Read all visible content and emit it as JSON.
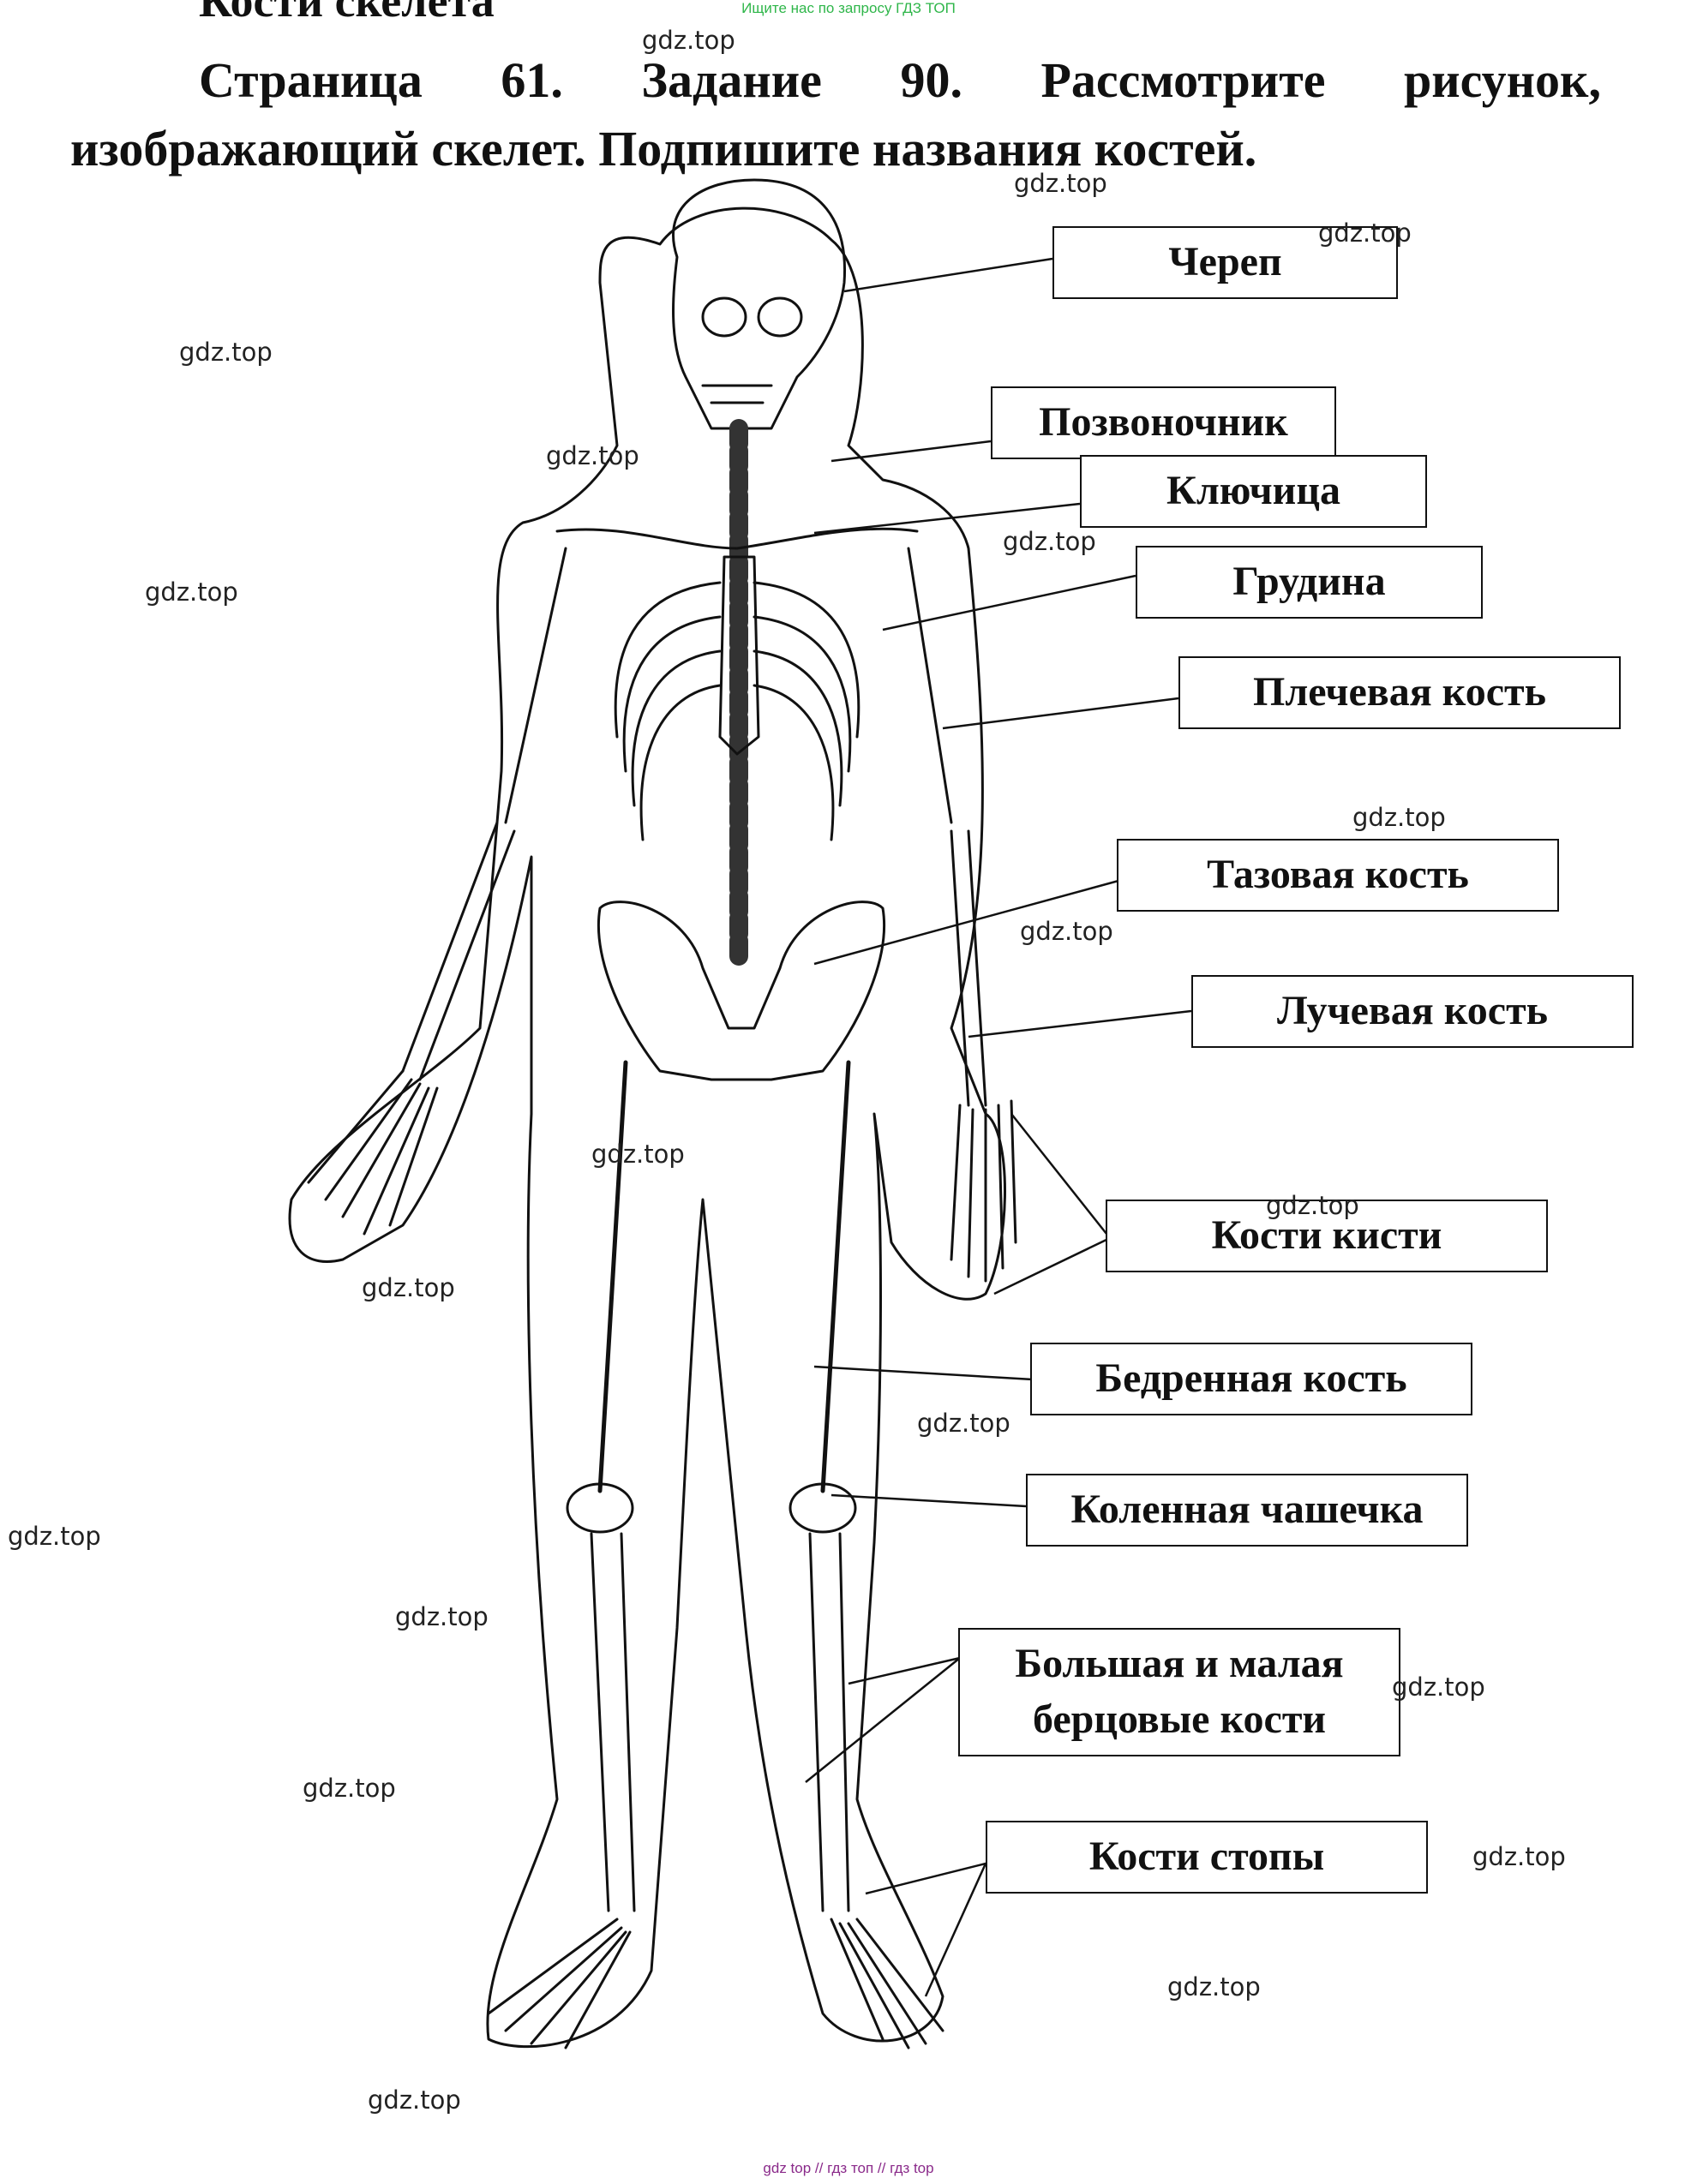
{
  "banner": "Ищите нас по запросу ГДЗ ТОП",
  "section_heading": "Кости скелета",
  "title": {
    "line1": [
      "Страница",
      "61.",
      "Задание",
      "90.",
      "Рассмотрите",
      "рисунок,"
    ],
    "line2": "изображающий скелет. Подпишите названия костей."
  },
  "labels": {
    "skull": "Череп",
    "spine": "Позвоночник",
    "clavicle": "Ключица",
    "sternum": "Грудина",
    "humerus": "Плечевая кость",
    "pelvis": "Тазовая кость",
    "radius": "Лучевая кость",
    "hand": "Кости кисти",
    "femur": "Бедренная кость",
    "kneecap": "Коленная чашечка",
    "tibia_line1": "Большая и малая",
    "tibia_line2": "берцовые кости",
    "foot": "Кости стопы"
  },
  "watermark": "gdz.top",
  "footer": "gdz top  //  гдз топ  //  гдз top"
}
